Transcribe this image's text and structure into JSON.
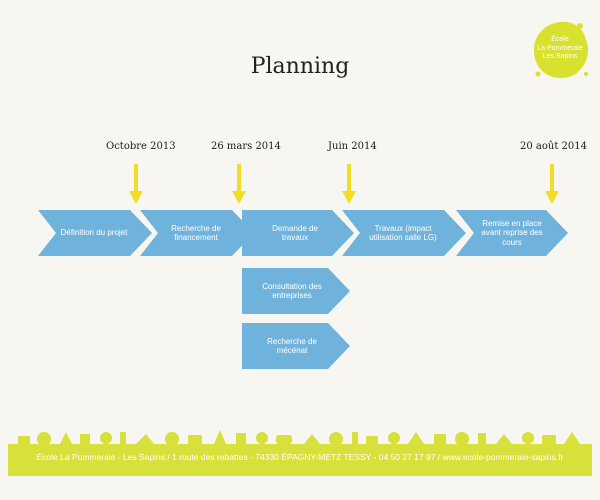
{
  "title": "Planning",
  "logo": {
    "line1": "École",
    "line2": "La Pommeraie",
    "line3": "Les Sapins"
  },
  "dates": [
    "Octobre 2013",
    "26 mars 2014",
    "Juin 2014",
    "20 août 2014"
  ],
  "steps": [
    "Définition du projet",
    "Recherche de financement",
    "Demande de travaux",
    "Travaux (impact utilisation salle LG)",
    "Remise en place avant reprise des cours"
  ],
  "sub_steps": [
    "Consultation des entreprises",
    "Recherche de mécénat"
  ],
  "footer": "École La Pommeraie - Les Sapins / 1 route des rebattes - 74330 ÉPAGNY-METZ TESSY - 04 50 27 17 97 / www.ecole-pommeraie-sapins.fr",
  "colors": {
    "chevron": "#6fb3dd",
    "arrow": "#f2dd24",
    "footer": "#d8e03b",
    "logo": "#d9e12f"
  }
}
